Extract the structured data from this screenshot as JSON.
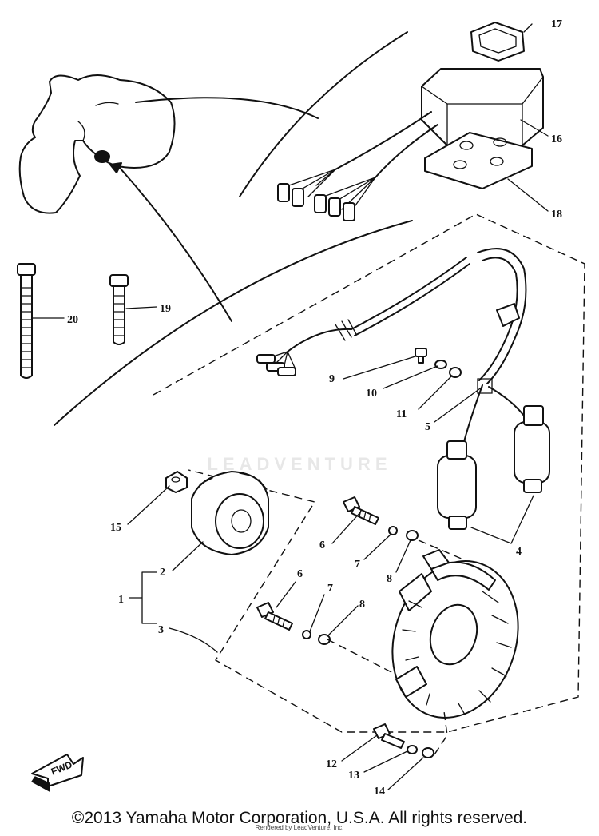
{
  "diagram": {
    "callouts": {
      "c1": "1",
      "c2": "2",
      "c3": "3",
      "c4": "4",
      "c5": "5",
      "c6a": "6",
      "c6b": "6",
      "c7a": "7",
      "c7b": "7",
      "c8a": "8",
      "c8b": "8",
      "c9": "9",
      "c10": "10",
      "c11": "11",
      "c12": "12",
      "c13": "13",
      "c14": "14",
      "c15": "15",
      "c16": "16",
      "c17": "17",
      "c18": "18",
      "c19": "19",
      "c20": "20"
    },
    "fwd_label": "FWD"
  },
  "watermark": "LEADVENTURE",
  "footer": {
    "copyright": "©2013 Yamaha Motor Corporation, U.S.A. All rights reserved.",
    "rendered_by": "Rendered by LeadVenture, Inc."
  }
}
